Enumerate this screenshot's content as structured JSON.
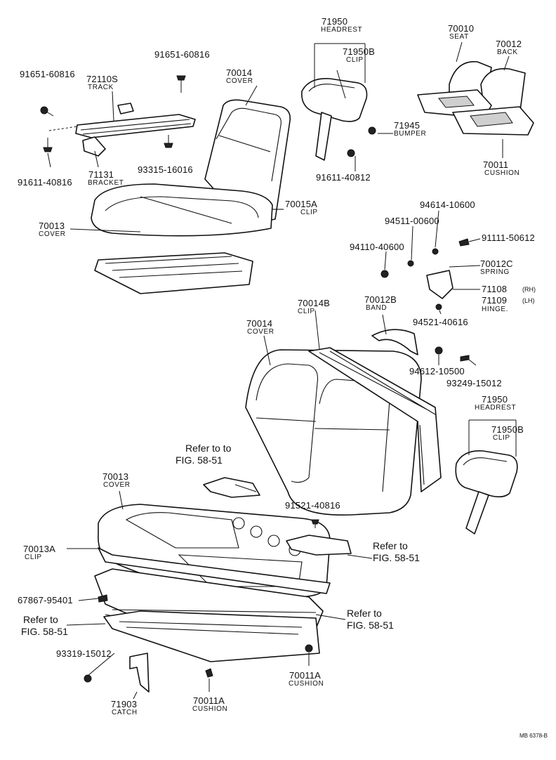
{
  "parts": [
    {
      "id": "p71950a",
      "num": "71950",
      "name": "HEADREST"
    },
    {
      "id": "p71950ba",
      "num": "71950B",
      "name": "CLIP"
    },
    {
      "id": "p70010",
      "num": "70010",
      "name": "SEAT"
    },
    {
      "id": "p70012",
      "num": "70012",
      "name": "BACK"
    },
    {
      "id": "p91651a",
      "num": "91651-60816",
      "name": ""
    },
    {
      "id": "p91651b",
      "num": "91651-60816",
      "name": ""
    },
    {
      "id": "p72110s",
      "num": "72110S",
      "name": "TRACK"
    },
    {
      "id": "p70014a",
      "num": "70014",
      "name": "COVER"
    },
    {
      "id": "p71945",
      "num": "71945",
      "name": "BUMPER"
    },
    {
      "id": "p70011",
      "num": "70011",
      "name": "CUSHION"
    },
    {
      "id": "p71131",
      "num": "71131",
      "name": "BRACKET"
    },
    {
      "id": "p93315",
      "num": "93315-16016",
      "name": ""
    },
    {
      "id": "p91611a",
      "num": "91611-40816",
      "name": ""
    },
    {
      "id": "p91611b",
      "num": "91611-40812",
      "name": ""
    },
    {
      "id": "p70015a",
      "num": "70015A",
      "name": "CLIP"
    },
    {
      "id": "p70013a",
      "num": "70013",
      "name": "COVER"
    },
    {
      "id": "p94614",
      "num": "94614-10600",
      "name": ""
    },
    {
      "id": "p94511",
      "num": "94511-00600",
      "name": ""
    },
    {
      "id": "p91111",
      "num": "91111-50612",
      "name": ""
    },
    {
      "id": "p94110",
      "num": "94110-40600",
      "name": ""
    },
    {
      "id": "p70012c",
      "num": "70012C",
      "name": "SPRING"
    },
    {
      "id": "p71108",
      "num": "71108",
      "name": "(RH)"
    },
    {
      "id": "p71109",
      "num": "71109",
      "name": "(LH)"
    },
    {
      "id": "p70014b",
      "num": "70014B",
      "name": "CLIP"
    },
    {
      "id": "p70012b",
      "num": "70012B",
      "name": "BAND"
    },
    {
      "id": "p94521",
      "num": "94521-40616",
      "name": ""
    },
    {
      "id": "p70014c",
      "num": "70014",
      "name": "COVER"
    },
    {
      "id": "p94612",
      "num": "94612-10500",
      "name": ""
    },
    {
      "id": "p93249",
      "num": "93249-15012",
      "name": ""
    },
    {
      "id": "p71950b",
      "num": "71950",
      "name": "HEADREST"
    },
    {
      "id": "p71950bb",
      "num": "71950B",
      "name": "CLIP"
    },
    {
      "id": "p70013b",
      "num": "70013",
      "name": "COVER"
    },
    {
      "id": "p91521",
      "num": "91521-40816",
      "name": ""
    },
    {
      "id": "p70013aa",
      "num": "70013A",
      "name": "CLIP"
    },
    {
      "id": "p67867",
      "num": "67867-95401",
      "name": ""
    },
    {
      "id": "p93319",
      "num": "93319-15012",
      "name": ""
    },
    {
      "id": "p71903",
      "num": "71903",
      "name": "CATCH"
    },
    {
      "id": "p70011a1",
      "num": "70011A",
      "name": "CUSHION"
    },
    {
      "id": "p70011a2",
      "num": "70011A",
      "name": "CUSHION"
    }
  ],
  "hinge_label": "HINGE.",
  "references": [
    {
      "id": "r1",
      "line1": "Refer to to",
      "line2": "FIG. 58-51"
    },
    {
      "id": "r2",
      "line1": "Refer to",
      "line2": "FIG. 58-51"
    },
    {
      "id": "r3",
      "line1": "Refer to",
      "line2": "FIG. 58-51"
    },
    {
      "id": "r4",
      "line1": "Refer to",
      "line2": "FIG. 58-51"
    }
  ],
  "drawing_code": "MB 6378-B"
}
